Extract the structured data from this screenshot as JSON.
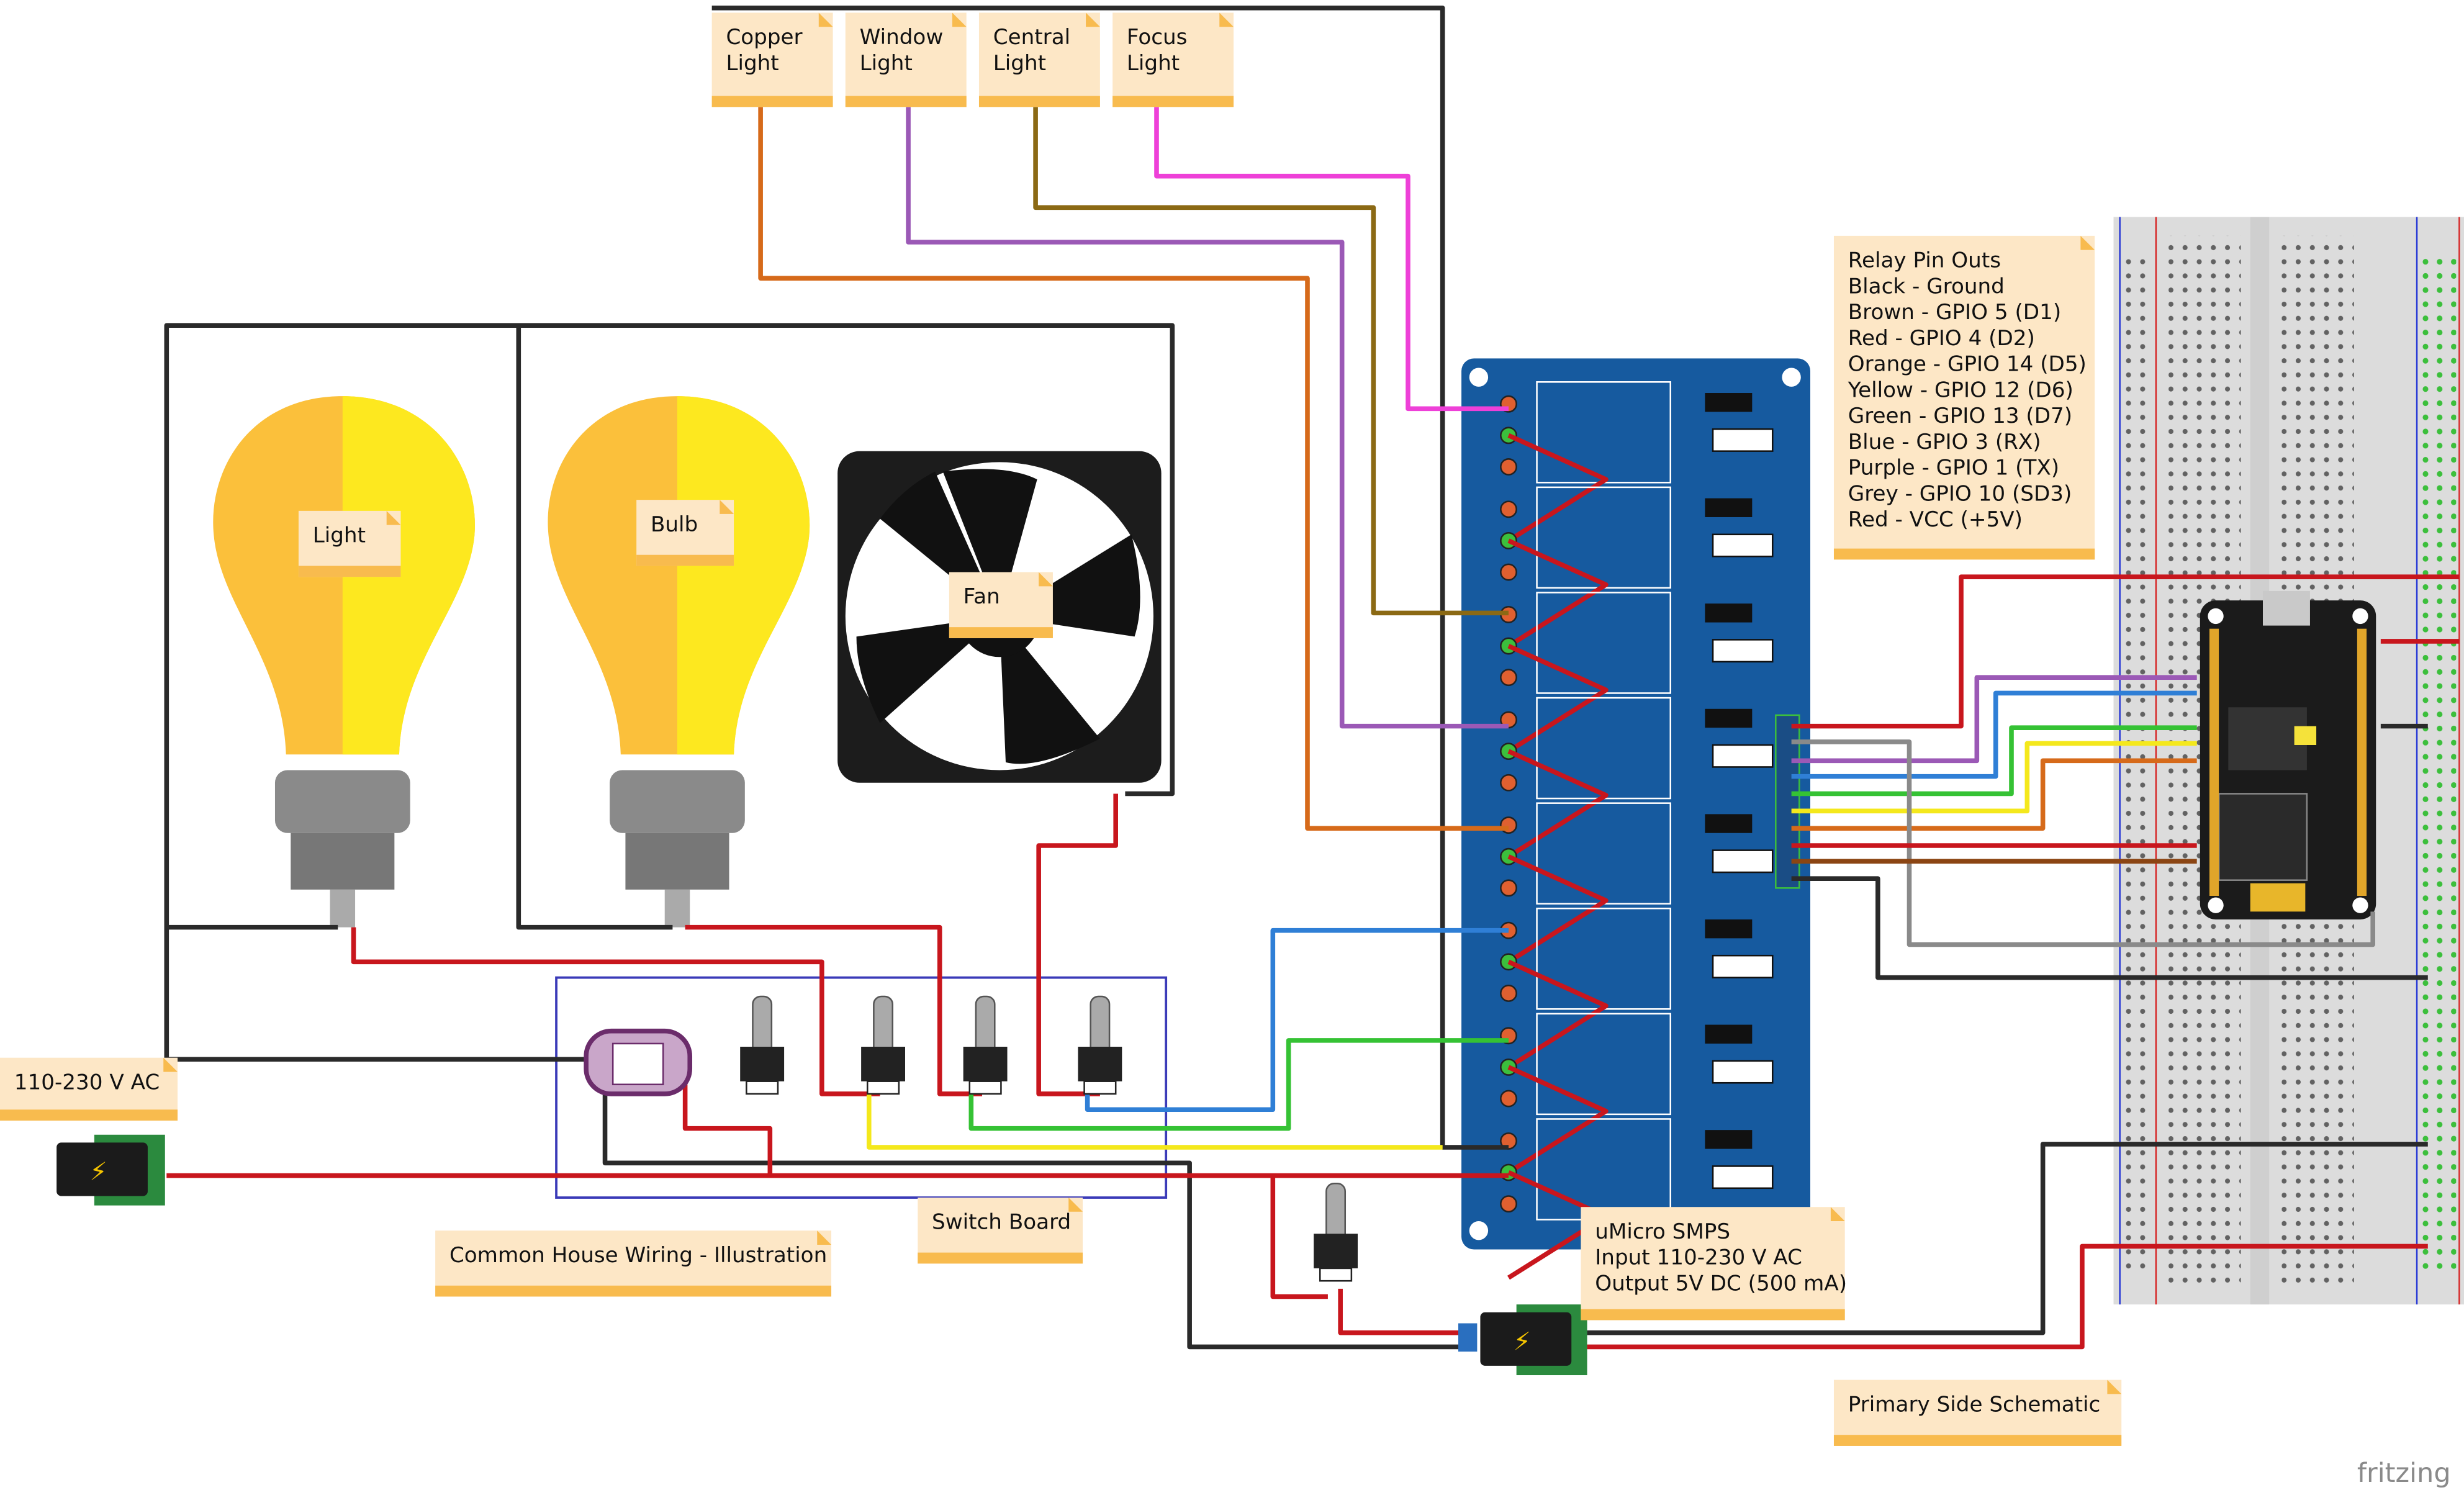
{
  "notes": {
    "copper": [
      "Copper",
      "Light"
    ],
    "window": [
      "Window",
      "Light"
    ],
    "central": [
      "Central",
      "Light"
    ],
    "focus": [
      "Focus",
      "Light"
    ],
    "light": "Light",
    "bulb": "Bulb",
    "fan": "Fan",
    "ac_source": "110-230 V AC",
    "house_wiring": "Common House Wiring - Illustration",
    "switch_board": "Switch Board",
    "smps": [
      "uMicro SMPS",
      "Input 110-230 V AC",
      "Output 5V DC (500 mA)"
    ],
    "primary_side": "Primary Side Schematic",
    "relay_pinouts": [
      "Relay Pin Outs",
      "Black - Ground",
      "Brown - GPIO 5 (D1)",
      "Red - GPIO 4 (D2)",
      "Orange - GPIO 14 (D5)",
      "Yellow - GPIO 12 (D6)",
      "Green - GPIO 13 (D7)",
      "Blue - GPIO 3 (RX)",
      "Purple - GPIO 1 (TX)",
      "Grey - GPIO 10 (SD3)",
      "Red - VCC (+5V)"
    ]
  },
  "logo": "fritzing",
  "colors": {
    "note_fill": "#fde7c6",
    "note_band": "#f8bb4e",
    "relay_board": "#165a9f",
    "breadboard": "#dcdcdc",
    "wire_red": "#c8161d",
    "wire_black": "#2a2a2a",
    "wire_orange": "#d66a1a",
    "wire_purple": "#9b59b6",
    "wire_brown": "#8b6914",
    "wire_magenta": "#ee40d8",
    "wire_blue": "#2f7fd6",
    "wire_green": "#35c234",
    "wire_yellow": "#f4e81c",
    "wire_grey": "#8a8a8a"
  }
}
